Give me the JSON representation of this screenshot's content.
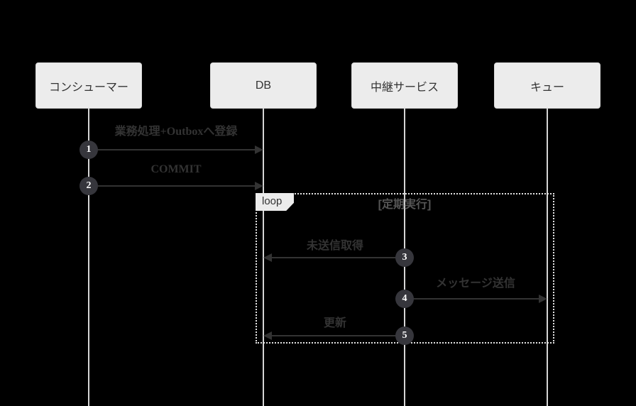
{
  "diagram": {
    "type": "sequence",
    "colors": {
      "background": "#000000",
      "actor_fill": "#ececec",
      "actor_border": "#d9d9d9",
      "actor_text": "#333333",
      "lifeline": "#d6d6d6",
      "arrow": "#333333",
      "message_text": "#333333",
      "autonumber_fill": "#36363c",
      "autonumber_text": "#ffffff",
      "loop_border": "#e3e3e3",
      "loop_label_fill": "#ececec",
      "loop_condition_text": "#555555"
    },
    "actors": [
      {
        "label": "コンシューマー"
      },
      {
        "label": "DB"
      },
      {
        "label": "中継サービス"
      },
      {
        "label": "キュー"
      }
    ],
    "messages": [
      {
        "number": "1",
        "label": "業務処理+Outboxへ登録",
        "from": "コンシューマー",
        "to": "DB",
        "direction": "right"
      },
      {
        "number": "2",
        "label": "COMMIT",
        "from": "コンシューマー",
        "to": "DB",
        "direction": "right"
      },
      {
        "number": "3",
        "label": "未送信取得",
        "from": "中継サービス",
        "to": "DB",
        "direction": "left"
      },
      {
        "number": "4",
        "label": "メッセージ送信",
        "from": "中継サービス",
        "to": "キュー",
        "direction": "right"
      },
      {
        "number": "5",
        "label": "更新",
        "from": "中継サービス",
        "to": "DB",
        "direction": "left"
      }
    ],
    "loop": {
      "label": "loop",
      "condition": "[定期実行]"
    }
  }
}
